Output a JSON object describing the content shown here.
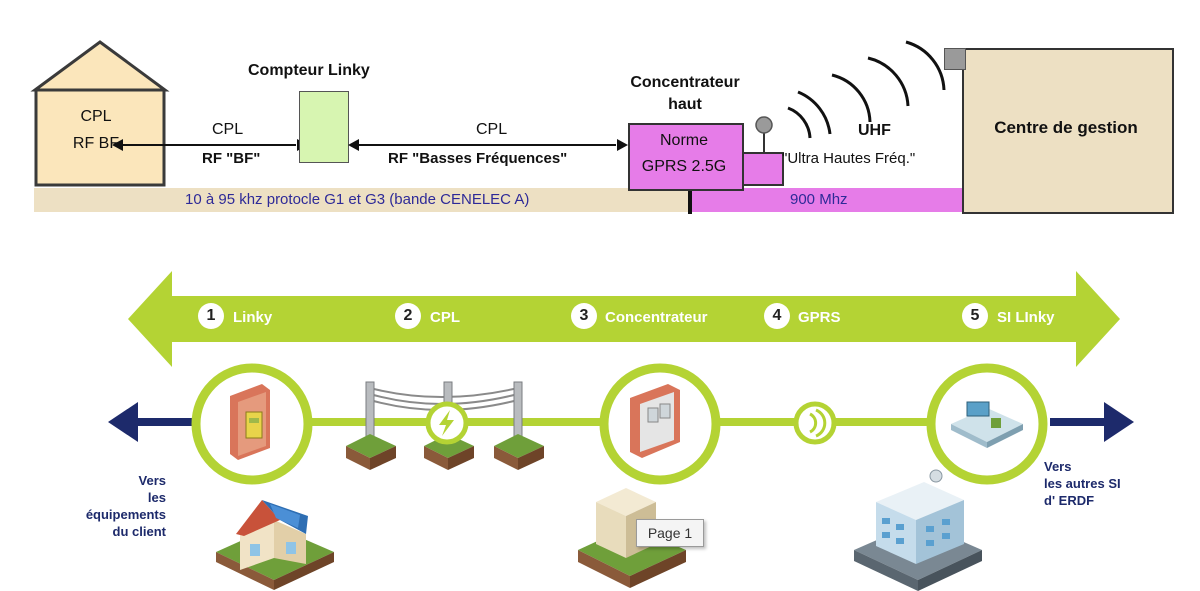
{
  "top": {
    "house_line1": "CPL",
    "house_line2": "RF BF",
    "meter_title": "Compteur Linky",
    "left_link_line1": "CPL",
    "left_link_line2": "RF \"BF\"",
    "mid_link_line1": "CPL",
    "mid_link_line2": "RF \"Basses Fréquences\"",
    "concentrator_title_line1": "Concentrateur",
    "concentrator_title_line2": "haut",
    "concentrator_box_line1": "Norme",
    "concentrator_box_line2": "GPRS 2.5G",
    "uhf_title": "UHF",
    "uhf_desc": "\"Ultra Hautes Fréq.\"",
    "gestion_label": "Centre de gestion",
    "band_left_text": "10 à 95 khz  protocle G1 et G3 (bande CENELEC A)",
    "band_right_text": "900 Mhz"
  },
  "steps": [
    {
      "num": "1",
      "label": "Linky"
    },
    {
      "num": "2",
      "label": "CPL"
    },
    {
      "num": "3",
      "label": "Concentrateur"
    },
    {
      "num": "4",
      "label": "GPRS"
    },
    {
      "num": "5",
      "label": "SI LInky"
    }
  ],
  "bottom": {
    "left_text": [
      "Vers",
      "les",
      "équipements",
      "du client"
    ],
    "right_text": [
      "Vers",
      "les autres SI",
      "d' ERDF"
    ],
    "tooltip": "Page 1"
  },
  "colors": {
    "green": "#b4d334",
    "navy": "#1d2a6b",
    "magenta": "#e67ce8",
    "tan": "#ede0c3",
    "house": "#fbe6bb",
    "meter": "#d7f5b1"
  }
}
